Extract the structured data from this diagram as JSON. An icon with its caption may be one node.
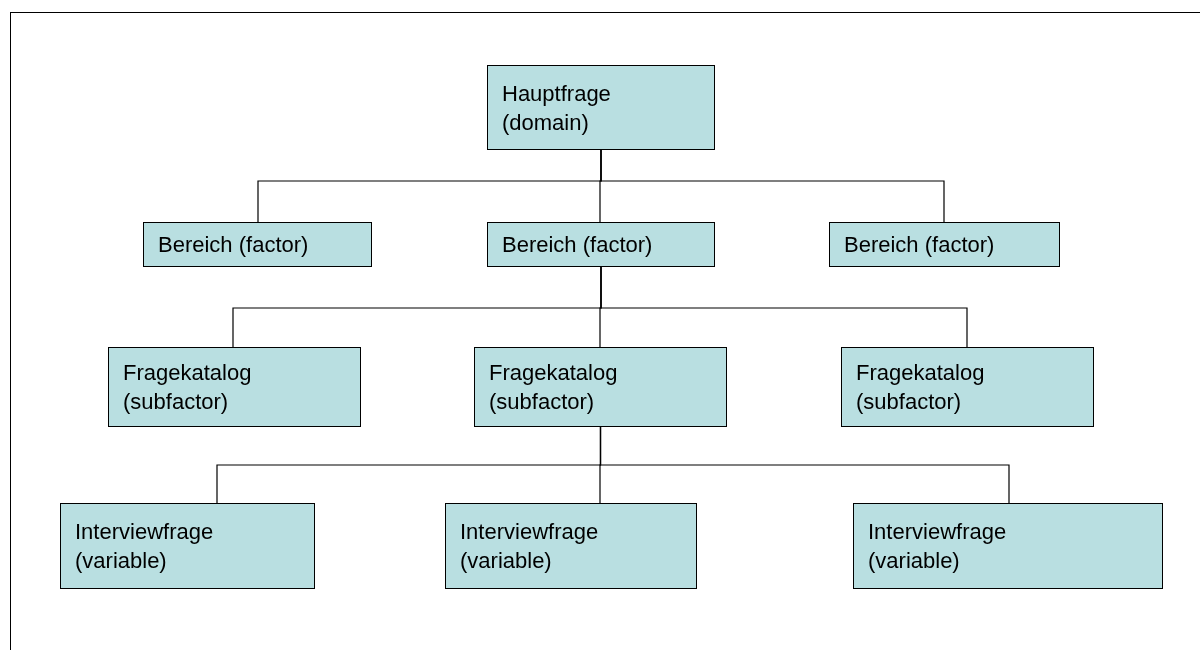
{
  "diagram": {
    "nodes": [
      {
        "text": [
          "Hauptfrage (domain)"
        ]
      },
      {
        "text": [
          "Bereich (factor)"
        ]
      },
      {
        "text": [
          "Bereich (factor)"
        ]
      },
      {
        "text": [
          "Bereich (factor)"
        ]
      },
      {
        "text": [
          "Fragekatalog (subfactor)"
        ]
      },
      {
        "text": [
          "Fragekatalog (subfactor)"
        ]
      },
      {
        "text": [
          "Fragekatalog (subfactor)"
        ]
      },
      {
        "text": [
          "Interviewfrage (variable)"
        ]
      },
      {
        "text": [
          "Interviewfrage (variable)"
        ]
      },
      {
        "text": [
          "Interviewfrage (variable)"
        ]
      }
    ],
    "edges": [
      {
        "from": 0,
        "to": 1,
        "arrow": "none"
      },
      {
        "from": 0,
        "to": 2,
        "arrow": "none"
      },
      {
        "from": 0,
        "to": 3,
        "arrow": "none"
      },
      {
        "from": 2,
        "to": 4,
        "arrow": "none"
      },
      {
        "from": 2,
        "to": 5,
        "arrow": "none"
      },
      {
        "from": 2,
        "to": 6,
        "arrow": "none"
      },
      {
        "from": 5,
        "to": 7,
        "arrow": "none"
      },
      {
        "from": 5,
        "to": 8,
        "arrow": "none"
      },
      {
        "from": 5,
        "to": 9,
        "arrow": "none"
      }
    ]
  }
}
